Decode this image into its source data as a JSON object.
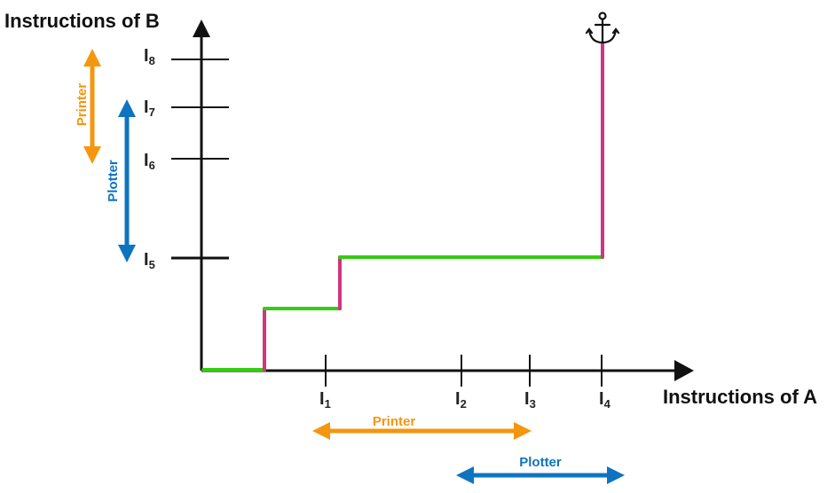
{
  "diagram": {
    "y_axis_title": "Instructions of B",
    "x_axis_title": "Instructions of A",
    "x_ticks": [
      {
        "base": "I",
        "sub": "1"
      },
      {
        "base": "I",
        "sub": "2"
      },
      {
        "base": "I",
        "sub": "3"
      },
      {
        "base": "I",
        "sub": "4"
      }
    ],
    "y_ticks": [
      {
        "base": "I",
        "sub": "5"
      },
      {
        "base": "I",
        "sub": "6"
      },
      {
        "base": "I",
        "sub": "7"
      },
      {
        "base": "I",
        "sub": "8"
      }
    ],
    "resources": {
      "a_printer": "Printer",
      "a_plotter": "Plotter",
      "b_printer": "Printer",
      "b_plotter": "Plotter"
    },
    "end_marker": "anchor-icon",
    "colors": {
      "axis": "#111111",
      "horizontal_step": "#33cc11",
      "vertical_step": "#d0357f",
      "printer": "#f5960f",
      "plotter": "#0e74bf"
    }
  }
}
